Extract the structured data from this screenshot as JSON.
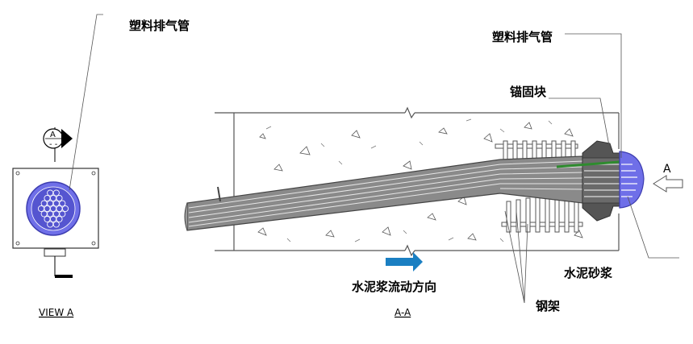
{
  "labels": {
    "view_a_exhaust_pipe": "塑料排气管",
    "exhaust_pipe": "塑料排气管",
    "anchor_block": "锚固块",
    "grout_flow_direction": "水泥浆流动方向",
    "steel_frame": "钢架",
    "cement_mortar": "水泥砂浆",
    "view_a_title": "VIEW A",
    "section_title": "A-A",
    "section_marker_letter": "A",
    "view_arrow_letter": "A"
  },
  "colors": {
    "duct_fill": "#6f6fe8",
    "flow_arrow": "#1a7fc2",
    "green_pipe": "#2e8b2e",
    "concrete_outline": "#555555",
    "tendon_body": "#8a8a8a"
  }
}
